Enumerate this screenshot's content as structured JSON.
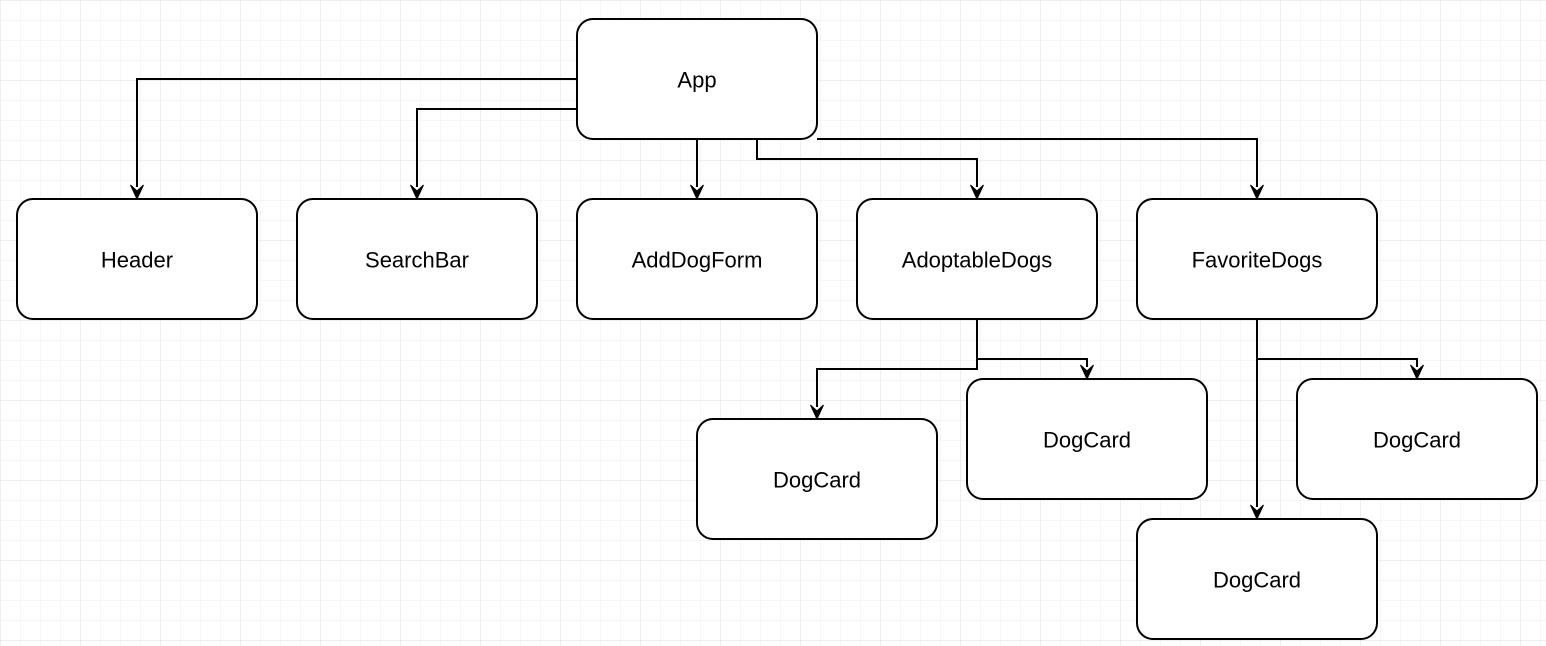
{
  "diagram": {
    "type": "component-tree",
    "nodes": [
      {
        "id": "app",
        "label": "App"
      },
      {
        "id": "header",
        "label": "Header"
      },
      {
        "id": "searchbar",
        "label": "SearchBar"
      },
      {
        "id": "adddogform",
        "label": "AddDogForm"
      },
      {
        "id": "adoptabledogs",
        "label": "AdoptableDogs"
      },
      {
        "id": "favoritedogs",
        "label": "FavoriteDogs"
      },
      {
        "id": "dogcard-adopt-1",
        "label": "DogCard"
      },
      {
        "id": "dogcard-adopt-2",
        "label": "DogCard"
      },
      {
        "id": "dogcard-fav-1",
        "label": "DogCard"
      },
      {
        "id": "dogcard-fav-2",
        "label": "DogCard"
      }
    ],
    "edges": [
      {
        "from": "app",
        "to": "header"
      },
      {
        "from": "app",
        "to": "searchbar"
      },
      {
        "from": "app",
        "to": "adddogform"
      },
      {
        "from": "app",
        "to": "adoptabledogs"
      },
      {
        "from": "app",
        "to": "favoritedogs"
      },
      {
        "from": "adoptabledogs",
        "to": "dogcard-adopt-1"
      },
      {
        "from": "adoptabledogs",
        "to": "dogcard-adopt-2"
      },
      {
        "from": "favoritedogs",
        "to": "dogcard-fav-1"
      },
      {
        "from": "favoritedogs",
        "to": "dogcard-fav-2"
      }
    ]
  },
  "colors": {
    "background": "#ffffff",
    "grid": "#e8e8e8",
    "stroke": "#000000"
  }
}
